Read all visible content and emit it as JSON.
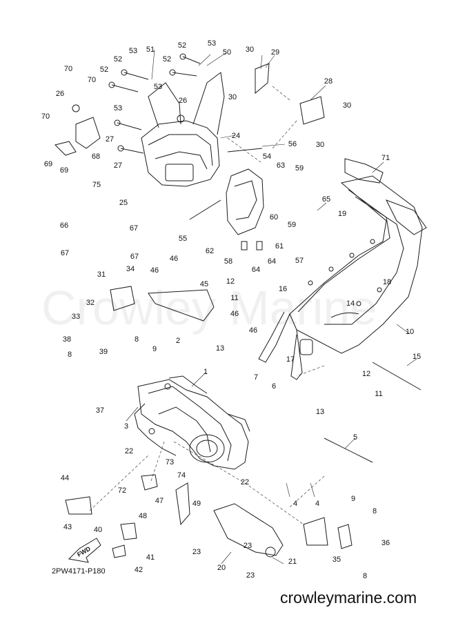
{
  "diagram": {
    "code": "2PW4171-P180",
    "footer": "crowleymarine.com",
    "watermark": "Crowley Marine",
    "fwd_label": "FWD"
  },
  "callouts": [
    {
      "id": "c1",
      "label": "1"
    },
    {
      "id": "c2",
      "label": "2"
    },
    {
      "id": "c3",
      "label": "3"
    },
    {
      "id": "c4a",
      "label": "4"
    },
    {
      "id": "c4b",
      "label": "4"
    },
    {
      "id": "c5",
      "label": "5"
    },
    {
      "id": "c6",
      "label": "6"
    },
    {
      "id": "c7",
      "label": "7"
    },
    {
      "id": "c8a",
      "label": "8"
    },
    {
      "id": "c8b",
      "label": "8"
    },
    {
      "id": "c8c",
      "label": "8"
    },
    {
      "id": "c8d",
      "label": "8"
    },
    {
      "id": "c9a",
      "label": "9"
    },
    {
      "id": "c9b",
      "label": "9"
    },
    {
      "id": "c10",
      "label": "10"
    },
    {
      "id": "c11a",
      "label": "11"
    },
    {
      "id": "c11b",
      "label": "11"
    },
    {
      "id": "c12a",
      "label": "12"
    },
    {
      "id": "c12b",
      "label": "12"
    },
    {
      "id": "c13a",
      "label": "13"
    },
    {
      "id": "c13b",
      "label": "13"
    },
    {
      "id": "c14",
      "label": "14"
    },
    {
      "id": "c15",
      "label": "15"
    },
    {
      "id": "c16",
      "label": "16"
    },
    {
      "id": "c17",
      "label": "17"
    },
    {
      "id": "c18",
      "label": "18"
    },
    {
      "id": "c19",
      "label": "19"
    },
    {
      "id": "c20",
      "label": "20"
    },
    {
      "id": "c21",
      "label": "21"
    },
    {
      "id": "c22a",
      "label": "22"
    },
    {
      "id": "c22b",
      "label": "22"
    },
    {
      "id": "c23a",
      "label": "23"
    },
    {
      "id": "c23b",
      "label": "23"
    },
    {
      "id": "c23c",
      "label": "23"
    },
    {
      "id": "c24",
      "label": "24"
    },
    {
      "id": "c25",
      "label": "25"
    },
    {
      "id": "c26a",
      "label": "26"
    },
    {
      "id": "c26b",
      "label": "26"
    },
    {
      "id": "c27a",
      "label": "27"
    },
    {
      "id": "c27b",
      "label": "27"
    },
    {
      "id": "c28",
      "label": "28"
    },
    {
      "id": "c29",
      "label": "29"
    },
    {
      "id": "c30a",
      "label": "30"
    },
    {
      "id": "c30b",
      "label": "30"
    },
    {
      "id": "c30c",
      "label": "30"
    },
    {
      "id": "c30d",
      "label": "30"
    },
    {
      "id": "c31",
      "label": "31"
    },
    {
      "id": "c32",
      "label": "32"
    },
    {
      "id": "c33",
      "label": "33"
    },
    {
      "id": "c34",
      "label": "34"
    },
    {
      "id": "c35",
      "label": "35"
    },
    {
      "id": "c36",
      "label": "36"
    },
    {
      "id": "c37",
      "label": "37"
    },
    {
      "id": "c38",
      "label": "38"
    },
    {
      "id": "c39",
      "label": "39"
    },
    {
      "id": "c40",
      "label": "40"
    },
    {
      "id": "c41",
      "label": "41"
    },
    {
      "id": "c42",
      "label": "42"
    },
    {
      "id": "c43",
      "label": "43"
    },
    {
      "id": "c44",
      "label": "44"
    },
    {
      "id": "c45",
      "label": "45"
    },
    {
      "id": "c46a",
      "label": "46"
    },
    {
      "id": "c46b",
      "label": "46"
    },
    {
      "id": "c46c",
      "label": "46"
    },
    {
      "id": "c46d",
      "label": "46"
    },
    {
      "id": "c47",
      "label": "47"
    },
    {
      "id": "c48",
      "label": "48"
    },
    {
      "id": "c49",
      "label": "49"
    },
    {
      "id": "c50",
      "label": "50"
    },
    {
      "id": "c51",
      "label": "51"
    },
    {
      "id": "c52a",
      "label": "52"
    },
    {
      "id": "c52b",
      "label": "52"
    },
    {
      "id": "c52c",
      "label": "52"
    },
    {
      "id": "c52d",
      "label": "52"
    },
    {
      "id": "c53a",
      "label": "53"
    },
    {
      "id": "c53b",
      "label": "53"
    },
    {
      "id": "c53c",
      "label": "53"
    },
    {
      "id": "c53d",
      "label": "53"
    },
    {
      "id": "c54",
      "label": "54"
    },
    {
      "id": "c55",
      "label": "55"
    },
    {
      "id": "c56",
      "label": "56"
    },
    {
      "id": "c57",
      "label": "57"
    },
    {
      "id": "c58",
      "label": "58"
    },
    {
      "id": "c59a",
      "label": "59"
    },
    {
      "id": "c59b",
      "label": "59"
    },
    {
      "id": "c60",
      "label": "60"
    },
    {
      "id": "c61",
      "label": "61"
    },
    {
      "id": "c62",
      "label": "62"
    },
    {
      "id": "c63",
      "label": "63"
    },
    {
      "id": "c64a",
      "label": "64"
    },
    {
      "id": "c64b",
      "label": "64"
    },
    {
      "id": "c65",
      "label": "65"
    },
    {
      "id": "c66",
      "label": "66"
    },
    {
      "id": "c67a",
      "label": "67"
    },
    {
      "id": "c67b",
      "label": "67"
    },
    {
      "id": "c67c",
      "label": "67"
    },
    {
      "id": "c68",
      "label": "68"
    },
    {
      "id": "c69a",
      "label": "69"
    },
    {
      "id": "c69b",
      "label": "69"
    },
    {
      "id": "c70a",
      "label": "70"
    },
    {
      "id": "c70b",
      "label": "70"
    },
    {
      "id": "c70c",
      "label": "70"
    },
    {
      "id": "c71",
      "label": "71"
    },
    {
      "id": "c72",
      "label": "72"
    },
    {
      "id": "c73",
      "label": "73"
    },
    {
      "id": "c74",
      "label": "74"
    },
    {
      "id": "c75",
      "label": "75"
    }
  ]
}
